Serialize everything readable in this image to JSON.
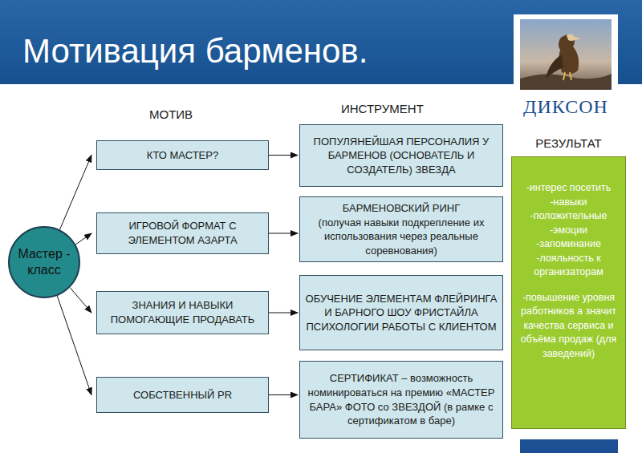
{
  "diagram": {
    "title": "Мотивация барменов.",
    "nodes": [
      {
        "text": [
          "Мастер - класс"
        ]
      },
      {
        "text": [
          "КТО МАСТЕР?"
        ]
      },
      {
        "text": [
          "ИГРОВОЙ ФОРМАТ С ЭЛЕМЕНТОМ АЗАРТА"
        ]
      },
      {
        "text": [
          "ЗНАНИЯ И НАВЫКИ ПОМОГАЮЩИЕ ПРОДАВАТЬ"
        ]
      },
      {
        "text": [
          "СОБСТВЕННЫЙ PR"
        ]
      },
      {
        "text": [
          "ПОПУЛЯНЕЙШАЯ ПЕРСОНАЛИЯ У БАРМЕНОВ (ОСНОВАТЕЛЬ И СОЗДАТЕЛЬ) ЗВЕЗДА"
        ]
      },
      {
        "text": [
          "БАРМЕНОВСКИЙ РИНГ",
          "(получая навыки подкрепление их использования через реальные соревнования)"
        ]
      },
      {
        "text": [
          "ОБУЧЕНИЕ ЭЛЕМЕНТАМ ФЛЕЙРИНГА И БАРНОГО ШОУ ФРИСТАЙЛА ПСИХОЛОГИИ РАБОТЫ С КЛИЕНТОМ"
        ]
      },
      {
        "text": [
          "СЕРТИФИКАТ – возможность номинироваться на премию «МАСТЕР БАРА» ФОТО со ЗВЕЗДОЙ (в рамке с сертификатом в баре)"
        ]
      },
      {
        "text": [
          "РЕЗУЛЬТАТ",
          "-интерес посетить -навыки -положительные -эмоции -запоминание -лояльность к организаторам",
          "-повышение уровня работников а значит качества сервиса и объёма продаж (для заведений)"
        ]
      }
    ],
    "edges": [
      {
        "from": 0,
        "to": 1,
        "arrow": "to"
      },
      {
        "from": 0,
        "to": 2,
        "arrow": "to"
      },
      {
        "from": 0,
        "to": 3,
        "arrow": "to"
      },
      {
        "from": 0,
        "to": 4,
        "arrow": "to"
      },
      {
        "from": 1,
        "to": 5,
        "arrow": "to"
      },
      {
        "from": 2,
        "to": 6,
        "arrow": "to"
      },
      {
        "from": 3,
        "to": 7,
        "arrow": "to"
      },
      {
        "from": 4,
        "to": 8,
        "arrow": "to"
      }
    ],
    "labels": [
      "МОТИВ",
      "ИНСТРУМЕНТ",
      "ДИКСОН"
    ]
  }
}
